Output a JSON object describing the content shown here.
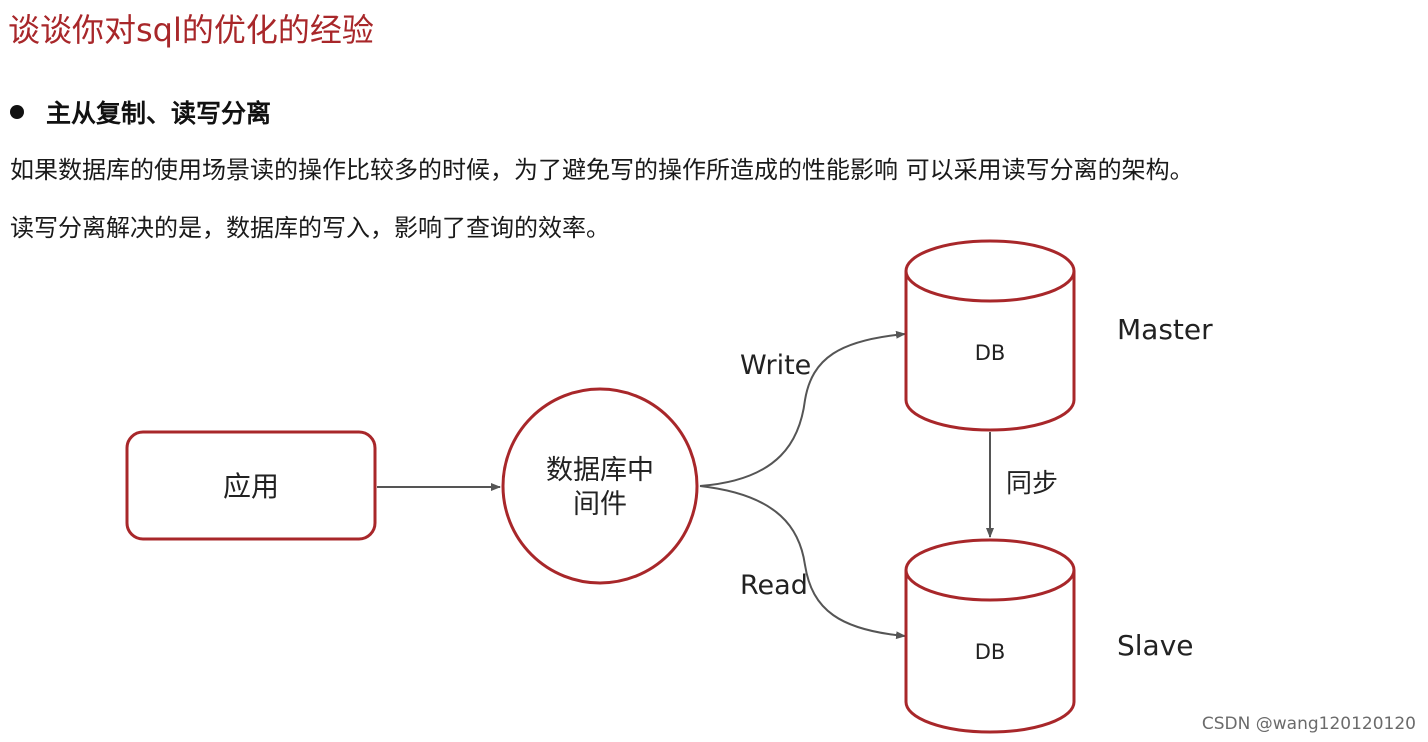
{
  "title": "谈谈你对sql的优化的经验",
  "bullet": {
    "text": "主从复制、读写分离"
  },
  "paragraphs": [
    "如果数据库的使用场景读的操作比较多的时候，为了避免写的操作所造成的性能影响 可以采用读写分离的架构。",
    "读写分离解决的是，数据库的写入，影响了查询的效率。"
  ],
  "diagram": {
    "app_label": "应用",
    "middleware_label_line1": "数据库中",
    "middleware_label_line2": "间件",
    "write_label": "Write",
    "read_label": "Read",
    "master_db_label": "DB",
    "master_name": "Master",
    "slave_db_label": "DB",
    "slave_name": "Slave",
    "sync_label": "同步"
  },
  "colors": {
    "accent": "#a8272a",
    "line": "#555555"
  },
  "footer": "CSDN @wang120120120"
}
